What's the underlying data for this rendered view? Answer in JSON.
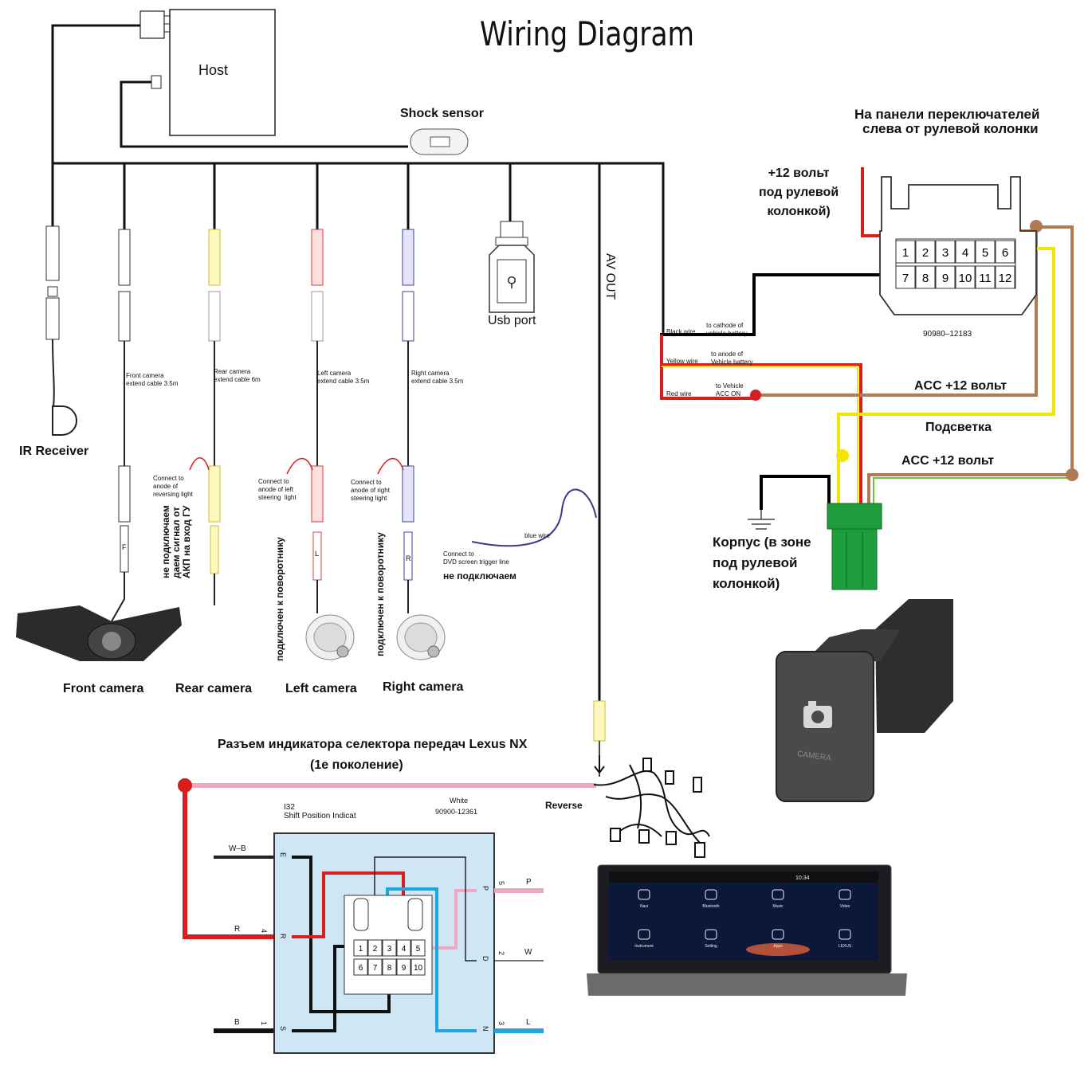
{
  "title": "Wiring Diagram",
  "host": {
    "label": "Host"
  },
  "shock_sensor": {
    "label": "Shock sensor"
  },
  "usb": {
    "label": "Usb port"
  },
  "av_out": {
    "label": "AV OUT"
  },
  "ir_receiver": {
    "label": "IR Receiver"
  },
  "cameras": [
    {
      "label": "Front camera",
      "cable": "Front camera\nextend cable 3.5m",
      "plug": "F"
    },
    {
      "label": "Rear camera",
      "cable": "Rear camera\nextend cable 6m",
      "plug": ""
    },
    {
      "label": "Left camera",
      "cable": "Left camera\nextend cable 3.5m",
      "plug": "L"
    },
    {
      "label": "Right camera",
      "cable": "Right camera\nextend cable 3.5m",
      "plug": "R"
    }
  ],
  "notes": {
    "reversing": "Connect to\nanode of\nreversing light",
    "left_steer": "Connect to\nanode of left\nsteering  light",
    "right_steer": "Connect to\nanode of right\nsteering light",
    "rear_ru": "не подключаем\nдаем сигнал от\nАКП на вход ГУ",
    "left_ru": "подключен к поворотнику",
    "right_ru": "подключен к поворотнику",
    "blue_wire": "blue wire",
    "dvd": "Connect to\nDVD screen trigger line",
    "not_connected": "не подключаем"
  },
  "power": {
    "black": "Black wire",
    "black_to": "to cathode of\nvehicle battery",
    "yellow": "Yellow wire",
    "yellow_to": "to anode of\nVehicle battery",
    "red": "Red wire",
    "red_to": "to Vehicle\nACC ON"
  },
  "switch_panel": {
    "title_line1": "На панели переключателей",
    "title_line2": "слева от рулевой колонки",
    "plus12": "+12 вольт\nпод рулевой\nколонкой)",
    "pins": [
      "1",
      "2",
      "3",
      "4",
      "5",
      "6",
      "7",
      "8",
      "9",
      "10",
      "11",
      "12"
    ],
    "part_no": "90980–12183"
  },
  "labels": {
    "acc1": "ACC +12 вольт",
    "backlight": "Подсветка",
    "acc2": "ACC +12 вольт",
    "ground": "Корпус (в зоне\nпод рулевой\nколонкой)",
    "camera_btn": "CAMERA",
    "reverse": "Reverse"
  },
  "gear": {
    "title": "Разъем индикатора селектора передач Lexus NX",
    "subtitle": "(1е поколение)",
    "code": "I32",
    "name": "Shift Position Indicat",
    "color_label": "White",
    "part_no": "90900-12361",
    "left_wires": [
      {
        "code": "W–B",
        "letter": "E",
        "num": ""
      },
      {
        "code": "R",
        "letter": "R",
        "num": "4"
      },
      {
        "code": "B",
        "letter": "S",
        "num": "1"
      }
    ],
    "right_wires": [
      {
        "code": "P",
        "letter": "P",
        "num": "5"
      },
      {
        "code": "W",
        "letter": "D",
        "num": "2"
      },
      {
        "code": "L",
        "letter": "N",
        "num": "3"
      }
    ],
    "pins": [
      "1",
      "2",
      "3",
      "4",
      "5",
      "6",
      "7",
      "8",
      "9",
      "10"
    ]
  },
  "screen": {
    "time": "10:34",
    "apps": [
      "Navi",
      "Bluetooth",
      "Music",
      "Video",
      "Instrument",
      "Setting",
      "Apps",
      "LEXUS"
    ]
  },
  "colors": {
    "red": "#d81e1e",
    "yellow": "#f5e600",
    "brown": "#b07a55",
    "black": "#000000",
    "pink": "#f0a8c0",
    "blue": "#1ea6e0",
    "green_conn": "#1e9e3c",
    "green_wire": "#6fc23a",
    "panel_bg": "#cfe6f5"
  }
}
